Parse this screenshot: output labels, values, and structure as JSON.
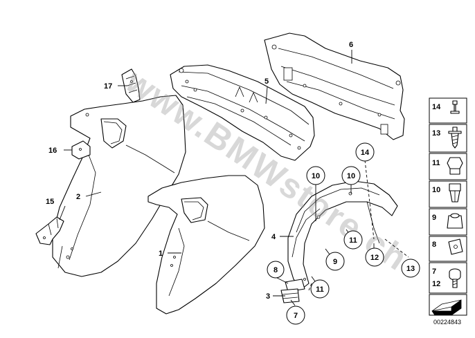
{
  "watermark": "www.BMWstore.ch",
  "document_number": "00224843",
  "callouts": {
    "c1": "1",
    "c2": "2",
    "c3": "3",
    "c4": "4",
    "c5": "5",
    "c6": "6",
    "c7": "7",
    "c8": "8",
    "c9": "9",
    "c10a": "10",
    "c10b": "10",
    "c11a": "11",
    "c11b": "11",
    "c12": "12",
    "c13": "13",
    "c14": "14",
    "c15": "15",
    "c16": "16",
    "c17": "17"
  },
  "legend": [
    "14",
    "13",
    "11",
    "10",
    "9",
    "8",
    "7",
    "12"
  ]
}
